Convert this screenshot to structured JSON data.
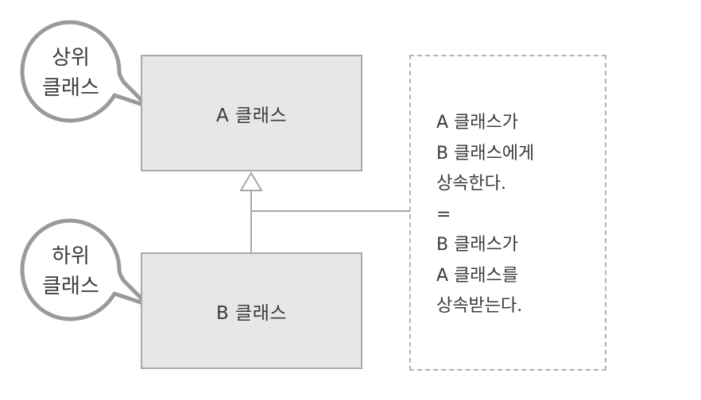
{
  "superclass_bubble": {
    "line1": "상위",
    "line2": "클래스"
  },
  "subclass_bubble": {
    "line1": "하위",
    "line2": "클래스"
  },
  "class_a": {
    "label": "A 클래스"
  },
  "class_b": {
    "label": "B 클래스"
  },
  "note": {
    "lines": [
      "A 클래스가",
      "B 클래스에게",
      "상속한다.",
      "=",
      "B 클래스가",
      "A 클래스를",
      "상속받는다."
    ]
  },
  "colors": {
    "box_fill": "#e7e7e8",
    "box_border": "#a8a8a8",
    "connector": "#a8a8a8",
    "note_border": "#b5b5b5",
    "text": "#3a3a3a"
  }
}
